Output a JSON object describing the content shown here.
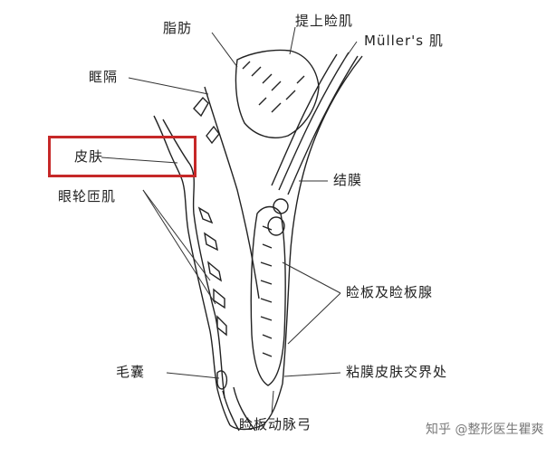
{
  "labels": {
    "fat": "脂肪",
    "levator": "提上睑肌",
    "muller": "Müller's 肌",
    "septum": "眶隔",
    "skin": "皮肤",
    "orbicularis": "眼轮匝肌",
    "conjunctiva": "结膜",
    "tarsus_glands": "睑板及睑板腺",
    "follicle": "毛囊",
    "mucocutaneous_junction": "粘膜皮肤交界处",
    "tarsal_arcade": "睑板动脉弓"
  },
  "watermark": "知乎 @整形医生瞿爽",
  "highlight": {
    "color": "#c62828",
    "target": "skin"
  }
}
